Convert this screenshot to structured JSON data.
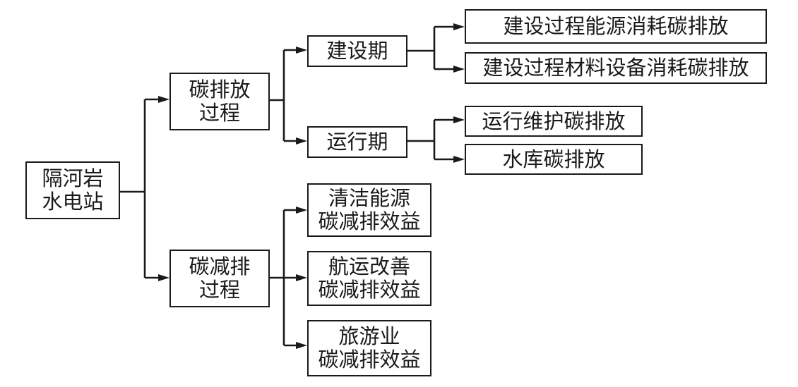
{
  "colors": {
    "line": "#1a1a1a",
    "box_fill": "#ffffff",
    "text": "#1a1a1a"
  },
  "nodes": {
    "root": {
      "line1": "隔河岩",
      "line2": "水电站"
    },
    "emission_process": {
      "line1": "碳排放",
      "line2": "过程"
    },
    "reduction_process": {
      "line1": "碳减排",
      "line2": "过程"
    },
    "construction_period": {
      "label": "建设期"
    },
    "operation_period": {
      "label": "运行期"
    },
    "construction_energy": {
      "label": "建设过程能源消耗碳排放"
    },
    "construction_material": {
      "label": "建设过程材料设备消耗碳排放"
    },
    "operation_maintenance": {
      "label": "运行维护碳排放"
    },
    "reservoir": {
      "label": "水库碳排放"
    },
    "clean_energy": {
      "line1": "清洁能源",
      "line2": "碳减排效益"
    },
    "shipping": {
      "line1": "航运改善",
      "line2": "碳减排效益"
    },
    "tourism": {
      "line1": "旅游业",
      "line2": "碳减排效益"
    }
  }
}
